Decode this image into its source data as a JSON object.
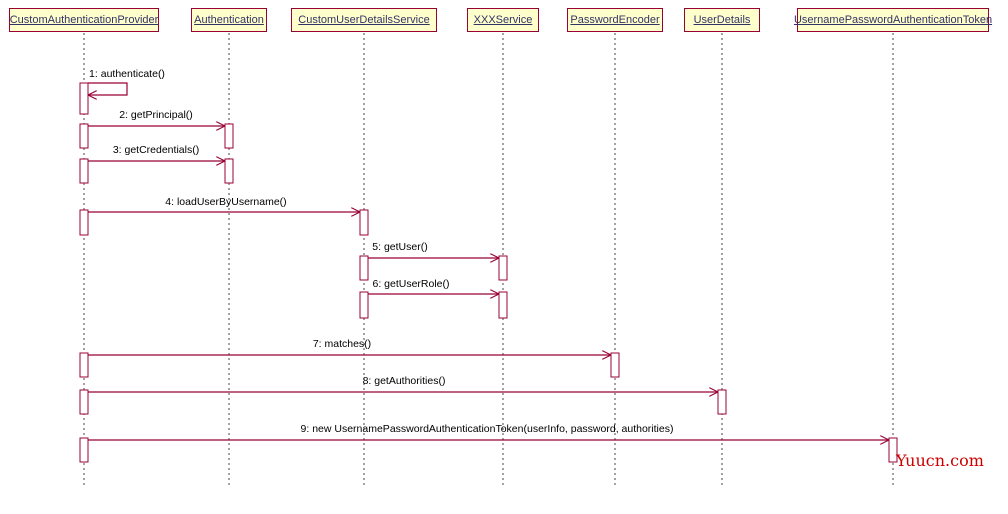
{
  "participants": [
    "CustomAuthenticationProvider",
    "Authentication",
    "CustomUserDetailsService",
    "XXXService",
    "PasswordEncoder",
    "UserDetails",
    "UsernamePasswordAuthenticationToken"
  ],
  "messages": [
    {
      "num": "1:",
      "text": "authenticate()",
      "from": "CustomAuthenticationProvider",
      "to": "CustomAuthenticationProvider"
    },
    {
      "num": "2:",
      "text": "getPrincipal()",
      "from": "CustomAuthenticationProvider",
      "to": "Authentication"
    },
    {
      "num": "3:",
      "text": "getCredentials()",
      "from": "CustomAuthenticationProvider",
      "to": "Authentication"
    },
    {
      "num": "4:",
      "text": "loadUserByUsername()",
      "from": "CustomAuthenticationProvider",
      "to": "CustomUserDetailsService"
    },
    {
      "num": "5:",
      "text": "getUser()",
      "from": "CustomUserDetailsService",
      "to": "XXXService"
    },
    {
      "num": "6:",
      "text": "getUserRole()",
      "from": "CustomUserDetailsService",
      "to": "XXXService"
    },
    {
      "num": "7:",
      "text": "matches()",
      "from": "CustomAuthenticationProvider",
      "to": "PasswordEncoder"
    },
    {
      "num": "8:",
      "text": "getAuthorities()",
      "from": "CustomAuthenticationProvider",
      "to": "UserDetails"
    },
    {
      "num": "9:",
      "text": "new UsernamePasswordAuthenticationToken(userInfo, password, authorities)",
      "from": "CustomAuthenticationProvider",
      "to": "UsernamePasswordAuthenticationToken"
    }
  ],
  "watermark": "Yuucn.com",
  "colors": {
    "box_fill": "#ffffcc",
    "line": "#990033",
    "participant_text": "#333366",
    "watermark": "#cc0000"
  }
}
